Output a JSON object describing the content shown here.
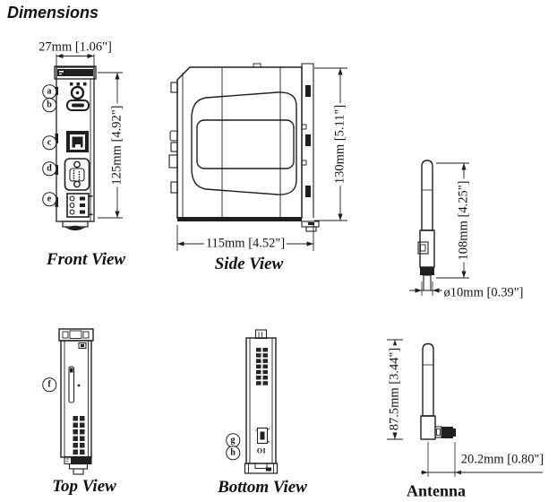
{
  "title": "Dimensions",
  "front": {
    "label": "Front View",
    "width_dim": "27mm [1.06\"]",
    "height_dim": "125mm [4.92\"]",
    "callouts": [
      "a",
      "b",
      "c",
      "d",
      "e"
    ]
  },
  "side": {
    "label": "Side View",
    "width_dim": "115mm [4.52\"]",
    "height_dim": "130mm [5.11\"]"
  },
  "top": {
    "label": "Top View",
    "callouts": [
      "f"
    ]
  },
  "bottom": {
    "label": "Bottom View",
    "callouts": [
      "g",
      "h"
    ],
    "switch_label": "OI"
  },
  "antenna_upright": {
    "height_dim": "108mm [4.25\"]",
    "diameter_dim": "ø10mm [0.39\"]"
  },
  "antenna_bent": {
    "label": "Antenna",
    "height_dim": "87.5mm [3.44\"]",
    "length_dim": "20.2mm [0.80\"]"
  },
  "colors": {
    "ink": "#1f1f1f",
    "background": "#ffffff"
  }
}
